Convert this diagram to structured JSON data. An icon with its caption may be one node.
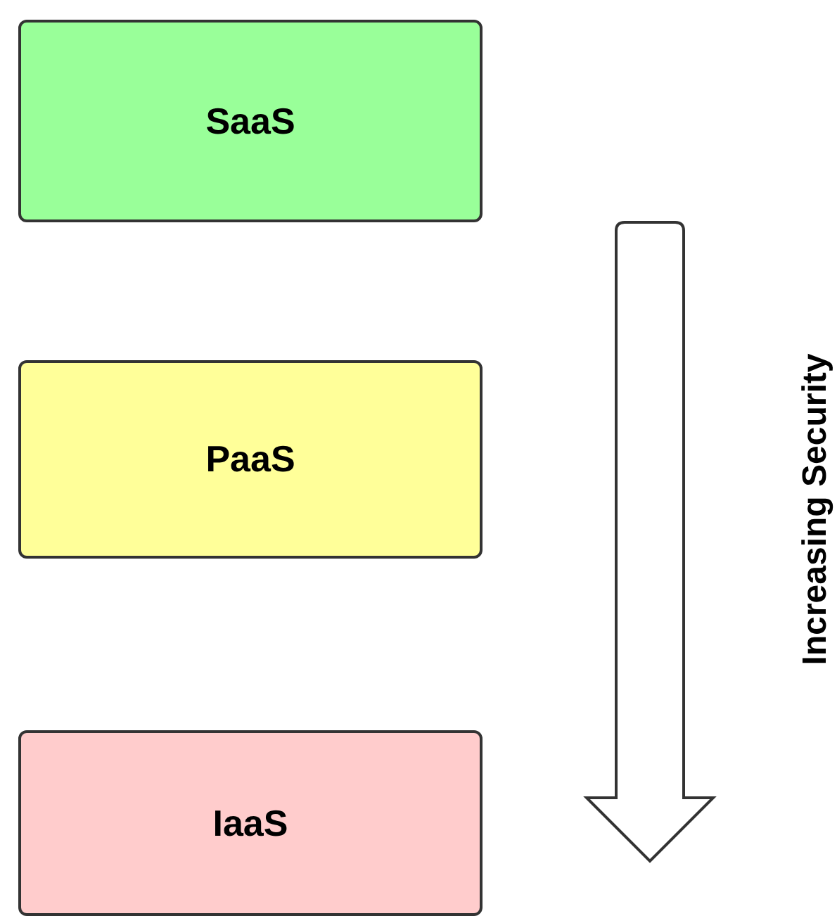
{
  "diagram": {
    "nodes": [
      {
        "text": [
          "SaaS"
        ]
      },
      {
        "text": [
          "PaaS"
        ]
      },
      {
        "text": [
          "IaaS"
        ]
      }
    ],
    "labels": [
      "Increasing Security"
    ]
  }
}
